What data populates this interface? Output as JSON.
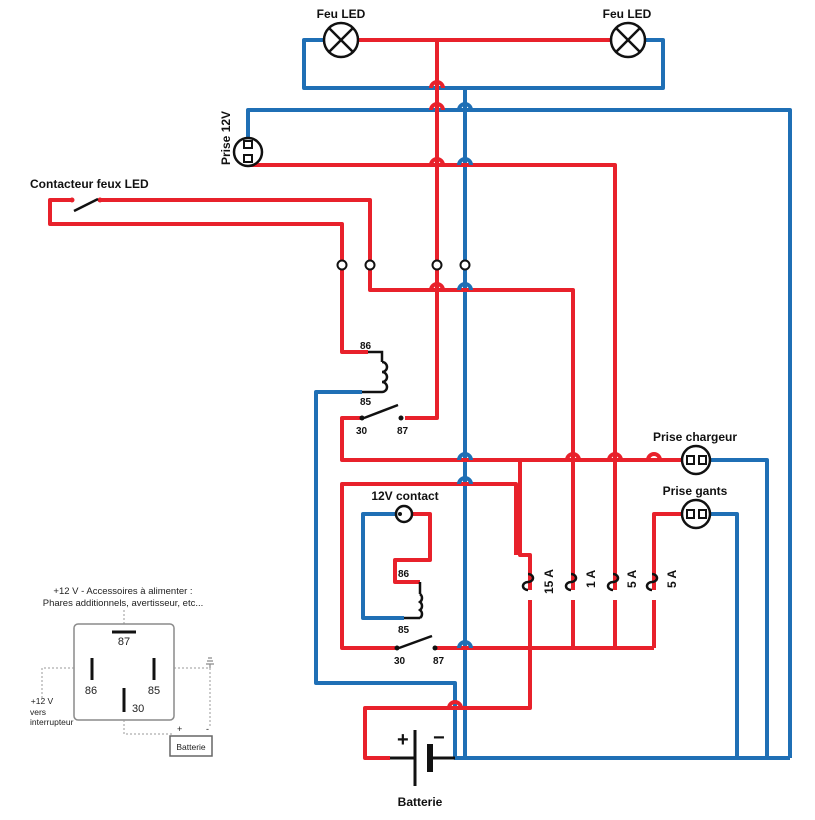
{
  "labels": {
    "feu_led_left": "Feu LED",
    "feu_led_right": "Feu LED",
    "prise_12v": "Prise 12V",
    "contacteur": "Contacteur feux LED",
    "prise_chargeur": "Prise chargeur",
    "prise_gants": "Prise gants",
    "contact_12v": "12V contact",
    "batterie": "Batterie"
  },
  "relay1": {
    "pin86": "86",
    "pin85": "85",
    "pin30": "30",
    "pin87": "87"
  },
  "relay2": {
    "pin86": "86",
    "pin85": "85",
    "pin30": "30",
    "pin87": "87"
  },
  "fuses": [
    "15 A",
    "1 A",
    "5 A",
    "5 A"
  ],
  "battery_symbols": {
    "plus": "+",
    "minus": "−"
  },
  "inset": {
    "line1": "+12 V - Accessoires à alimenter :",
    "line2": "Phares additionnels, avertisseur, etc...",
    "pin87": "87",
    "pin86": "86",
    "pin85": "85",
    "pin30": "30",
    "left_line1": "+12 V",
    "left_line2": "vers",
    "left_line3": "interrupteur",
    "plus": "+",
    "minus": "-",
    "battery": "Batterie"
  },
  "colors": {
    "positive_wire": "#e8212b",
    "negative_wire": "#1f6fb5",
    "component": "#111111"
  }
}
